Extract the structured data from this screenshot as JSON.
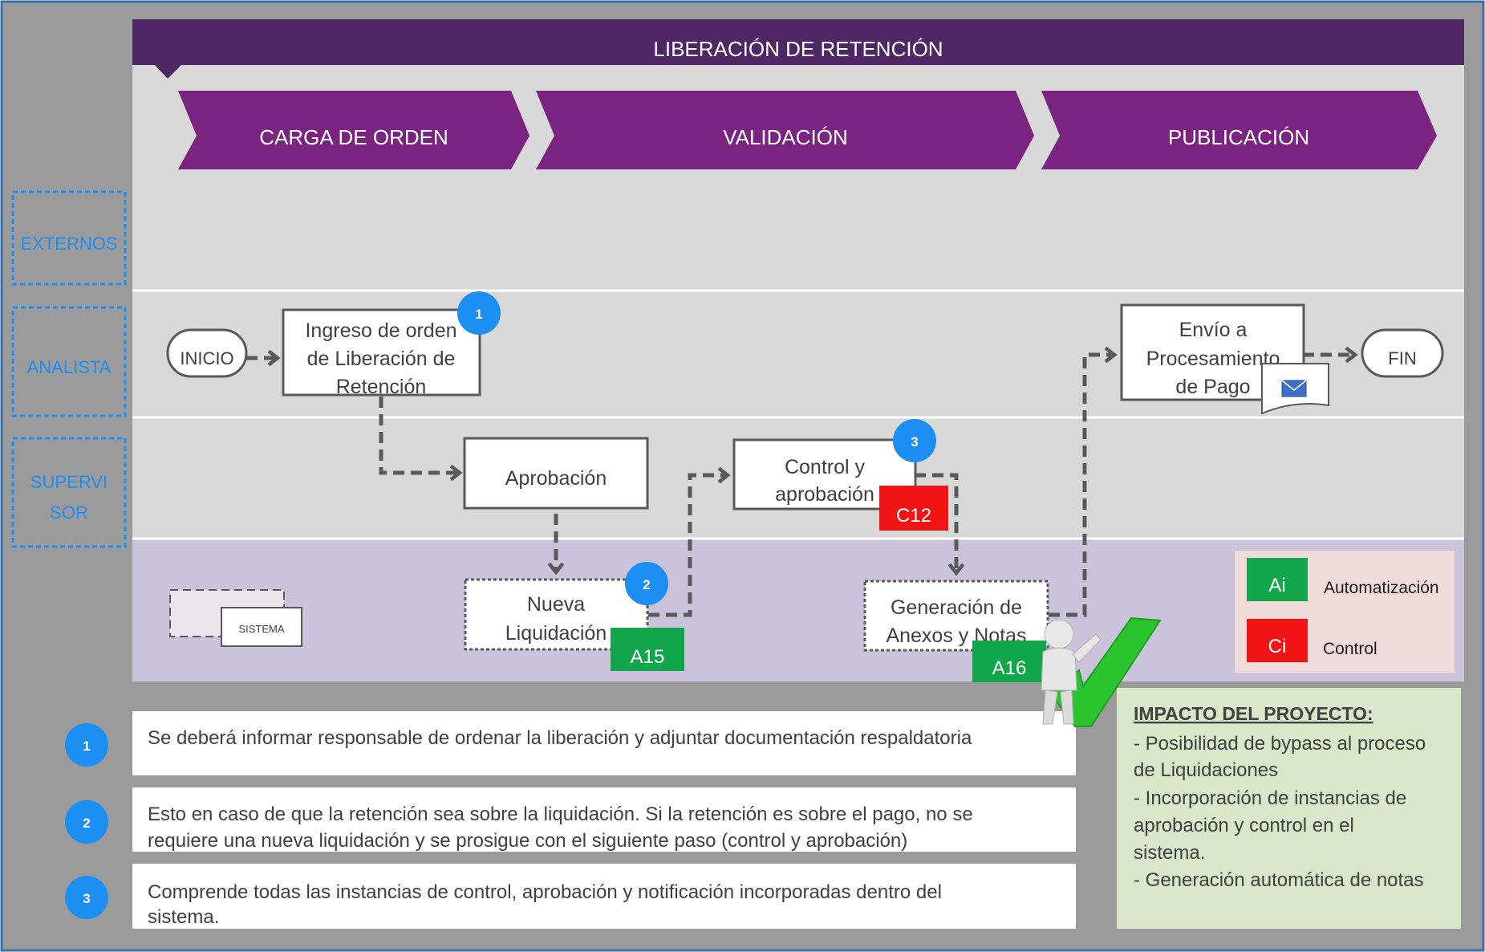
{
  "title": "LIBERACIÓN DE RETENCIÓN",
  "phases": [
    "CARGA DE ORDEN",
    "VALIDACIÓN",
    "PUBLICACIÓN"
  ],
  "lanes": {
    "externos": "EXTERNOS",
    "analista": "ANALISTA",
    "supervisor_line1": "SUPERVI",
    "supervisor_line2": "SOR"
  },
  "nodes": {
    "inicio": "INICIO",
    "fin": "FIN",
    "ingreso": [
      "Ingreso de orden",
      "de Liberación de",
      "Retención"
    ],
    "aprobacion": "Aprobación",
    "control": [
      "Control y",
      "aprobación"
    ],
    "nueva_liquidacion": [
      "Nueva",
      "Liquidación"
    ],
    "generacion": [
      "Generación de",
      "Anexos y Notas"
    ],
    "envio": [
      "Envío a",
      "Procesamiento",
      "de Pago"
    ],
    "sistema": "SISTEMA"
  },
  "tags": {
    "a15": "A15",
    "a16": "A16",
    "c12": "C12"
  },
  "markers": [
    "1",
    "2",
    "3"
  ],
  "legend": {
    "ai_code": "Ai",
    "ai_label": "Automatización",
    "ci_code": "Ci",
    "ci_label": "Control"
  },
  "notes": [
    {
      "num": "1",
      "lines": [
        "Se deberá informar responsable de ordenar la liberación y adjuntar documentación respaldatoria"
      ]
    },
    {
      "num": "2",
      "lines": [
        "Esto en caso de que la retención sea sobre la liquidación. Si la retención es sobre el pago, no se",
        "requiere una nueva liquidación y se prosigue con el siguiente paso (control y aprobación)"
      ]
    },
    {
      "num": "3",
      "lines": [
        "Comprende todas las instancias de control, aprobación y notificación incorporadas dentro del",
        "sistema."
      ]
    }
  ],
  "impact": {
    "title": "IMPACTO DEL PROYECTO:",
    "lines": [
      "- Posibilidad de bypass al proceso",
      "de Liquidaciones",
      "- Incorporación de instancias de",
      "aprobación y control en el",
      "sistema.",
      "- Generación automática de notas"
    ]
  },
  "colors": {
    "title_bar": "#4f2765",
    "chevron": "#7a2380",
    "marker": "#1e8ff2",
    "lane_label": "#1e8ff2",
    "auto_green": "#12a64a",
    "control_red": "#f01414",
    "system_lane": "#cbc2dc",
    "impact_bg": "#d9e8c8"
  }
}
